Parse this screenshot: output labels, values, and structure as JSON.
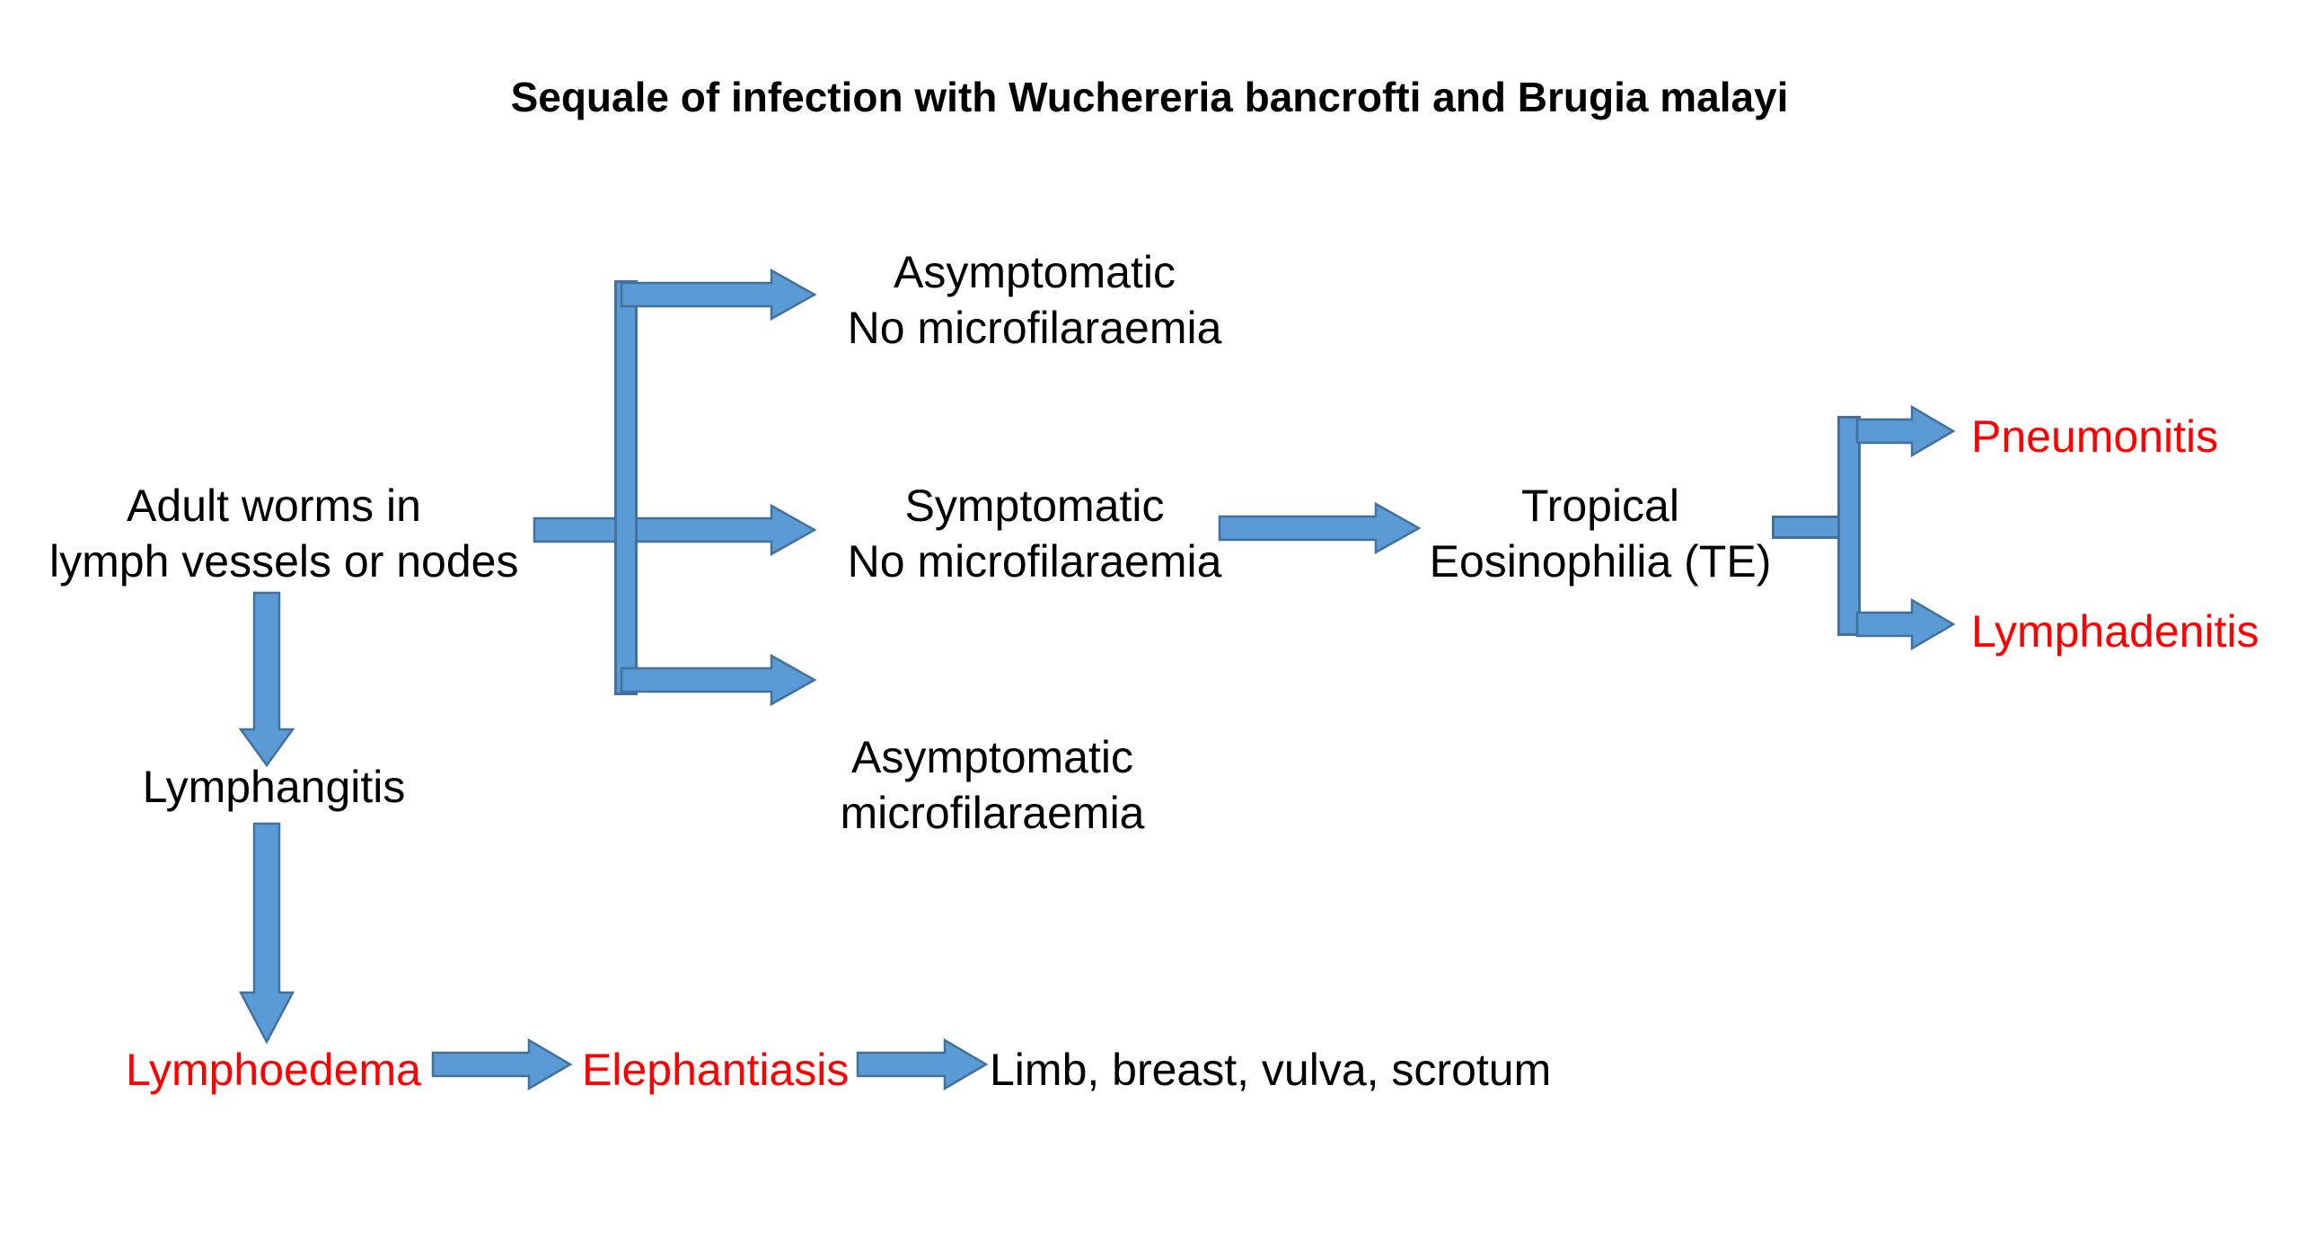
{
  "title": "Sequale of infection with Wuchereria bancrofti and Brugia malayi",
  "colors": {
    "arrow_fill": "#5B9BD5",
    "arrow_border": "#41719C",
    "highlight_red": "#FF0000",
    "text_black": "#000000",
    "background": "#FFFFFF"
  },
  "nodes": {
    "adult_worms": {
      "line1": "Adult worms in",
      "line2": "lymph vessels or nodes"
    },
    "asymptomatic_no_mf": {
      "line1": "Asymptomatic",
      "line2": "No microfilaraemia"
    },
    "symptomatic_no_mf": {
      "line1": "Symptomatic",
      "line2": "No microfilaraemia"
    },
    "asymptomatic_mf": {
      "line1": "Asymptomatic",
      "line2": "microfilaraemia"
    },
    "tropical_eosinophilia": {
      "line1": "Tropical",
      "line2": "Eosinophilia (TE)"
    },
    "pneumonitis": {
      "label": "Pneumonitis"
    },
    "lymphadenitis": {
      "label": "Lymphadenitis"
    },
    "lymphangitis": {
      "label": "Lymphangitis"
    },
    "lymphoedema": {
      "label": "Lymphoedema"
    },
    "elephantiasis": {
      "label": "Elephantiasis"
    },
    "sequelae_sites": {
      "label": "Limb, breast, vulva, scrotum"
    }
  }
}
